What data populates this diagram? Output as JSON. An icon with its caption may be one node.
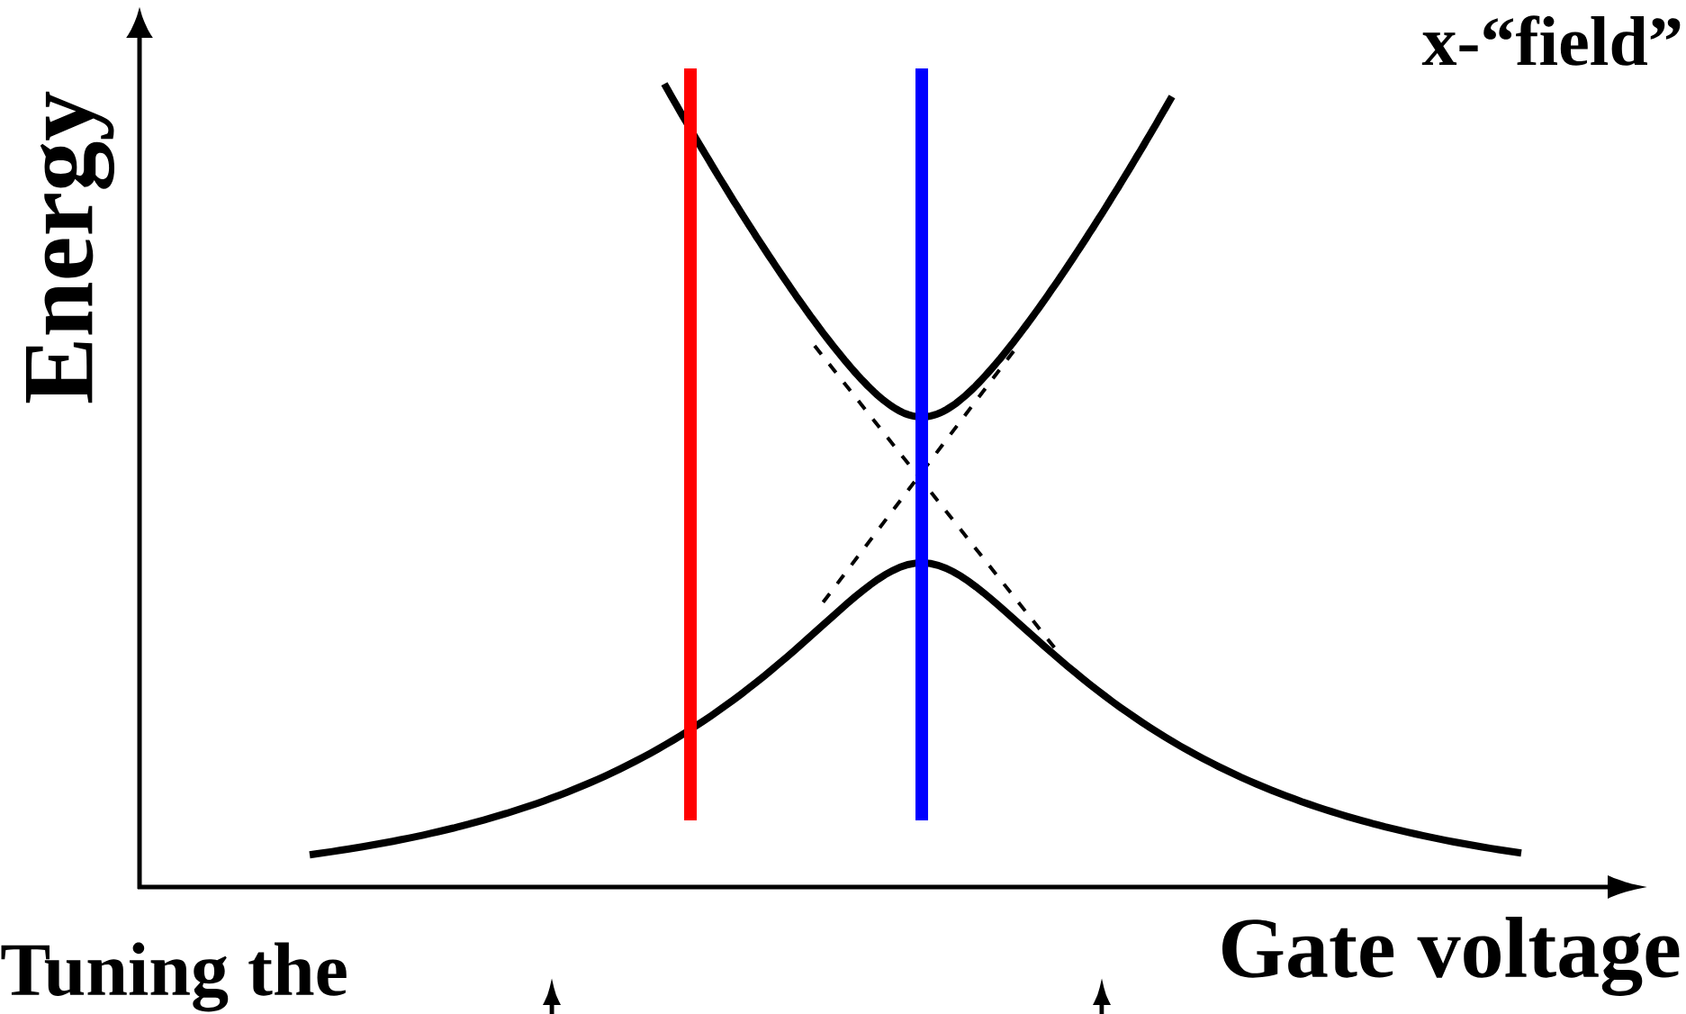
{
  "diagram": {
    "labels": [
      "Energy",
      "x-“field”",
      "Gate voltage",
      "Tuning the"
    ]
  }
}
